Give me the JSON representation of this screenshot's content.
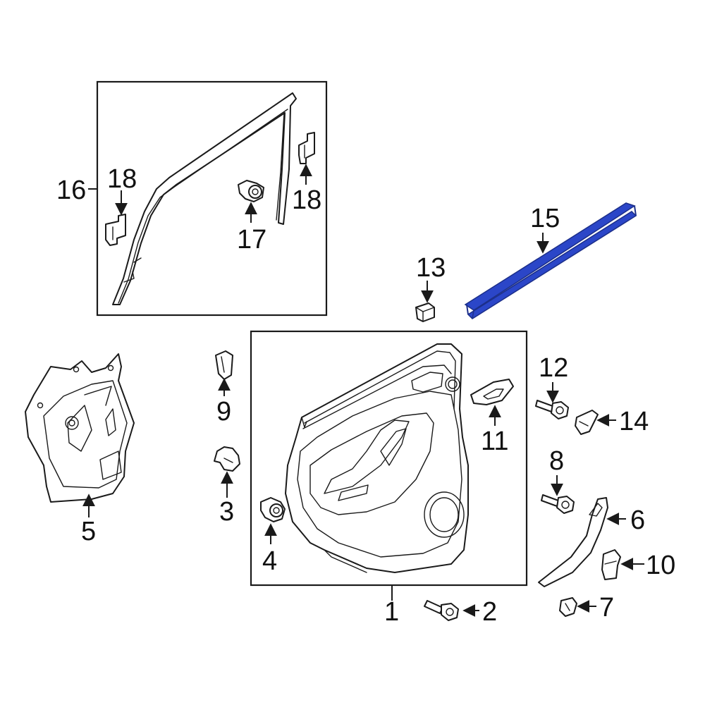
{
  "highlight_color": "#2b46c8",
  "line_color": "#1a1a1a",
  "callouts": {
    "c1": "1",
    "c2": "2",
    "c3": "3",
    "c4": "4",
    "c5": "5",
    "c6": "6",
    "c7": "7",
    "c8": "8",
    "c9": "9",
    "c10": "10",
    "c11": "11",
    "c12": "12",
    "c13": "13",
    "c14": "14",
    "c15": "15",
    "c16": "16",
    "c17": "17",
    "c18a": "18",
    "c18b": "18"
  }
}
